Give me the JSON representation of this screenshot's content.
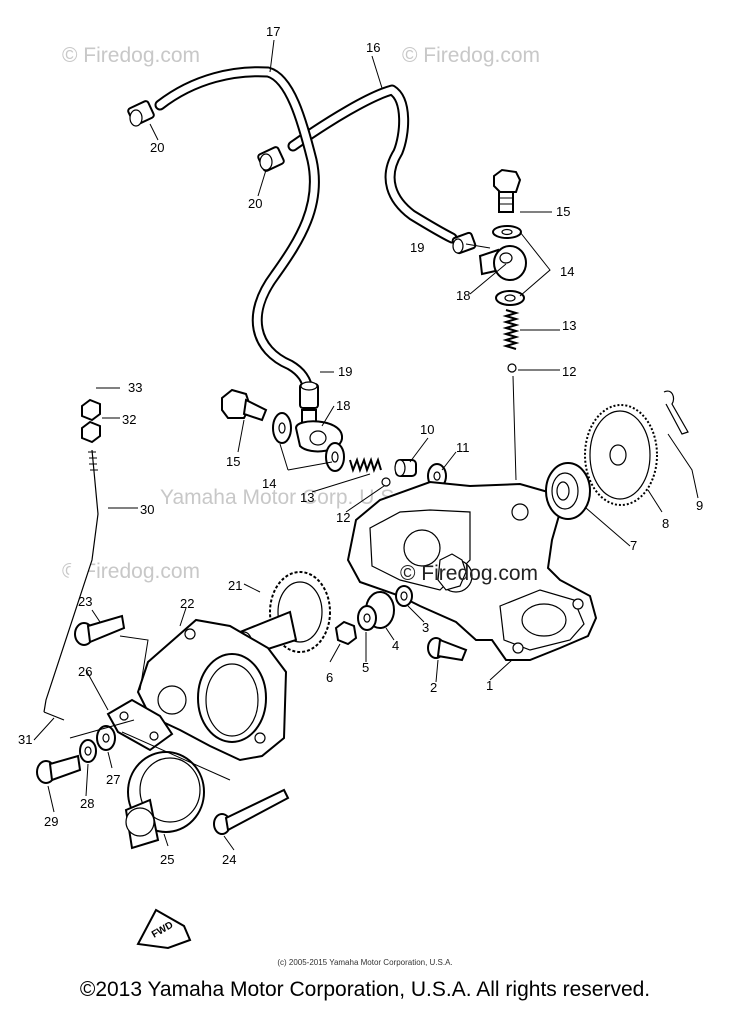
{
  "diagram": {
    "part_numbers": [
      "1",
      "2",
      "3",
      "4",
      "5",
      "6",
      "7",
      "8",
      "9",
      "10",
      "11",
      "12",
      "12",
      "13",
      "13",
      "14",
      "14",
      "15",
      "15",
      "16",
      "17",
      "18",
      "18",
      "19",
      "19",
      "20",
      "20",
      "21",
      "22",
      "23",
      "24",
      "25",
      "26",
      "27",
      "28",
      "29",
      "30",
      "31",
      "32",
      "33"
    ],
    "watermarks": {
      "top_left": "© Firedog.com",
      "top_right": "© Firedog.com",
      "middle_left": "© Firedog.com",
      "middle_right": "© Firedog.com",
      "center": "Yamaha Motor Corp. U.S.A."
    },
    "direction_marker": "FWD"
  },
  "footer": {
    "fine_print": "(c) 2005-2015 Yamaha Motor Corporation, U.S.A.",
    "copyright": "©2013 Yamaha Motor Corporation, U.S.A. All rights reserved."
  }
}
